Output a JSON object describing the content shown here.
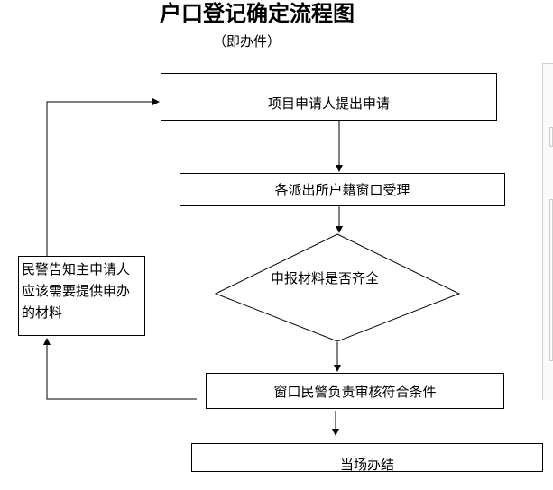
{
  "title": "户口登记确定流程图",
  "subtitle": "（即办件）",
  "steps": {
    "apply": "项目申请人提出申请",
    "accept": "各派出所户籍窗口受理",
    "check": "申报材料是否齐全",
    "review": "窗口民警负责审核符合条件",
    "done": "当场办结"
  },
  "feedback_note": {
    "line1": "民警告知主申请人",
    "line2": "应该需要提供申办",
    "line3": "的材料"
  },
  "colors": {
    "stroke": "#000000",
    "background": "#ffffff"
  }
}
